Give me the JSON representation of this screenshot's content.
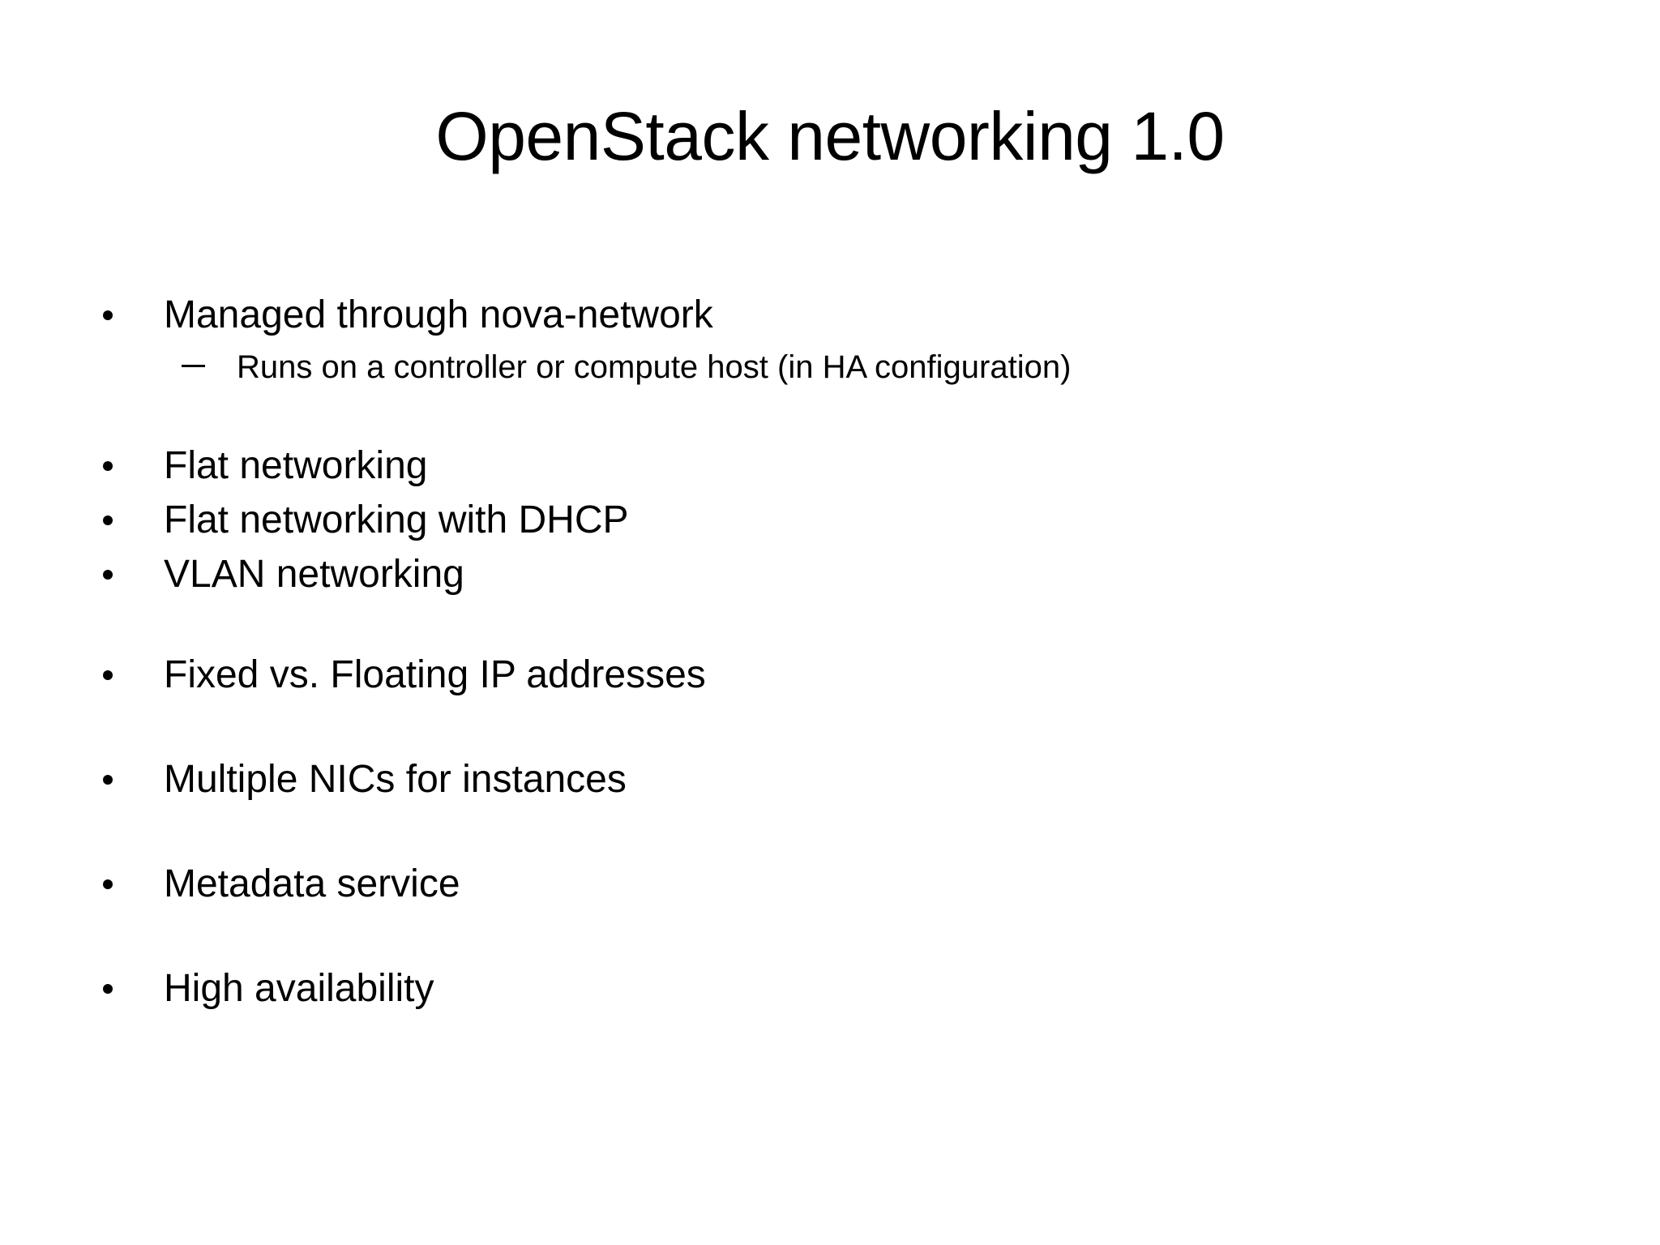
{
  "slide": {
    "title": "OpenStack networking 1.0",
    "background_color": "#ffffff",
    "text_color": "#000000",
    "bullet_marker_level1": "•",
    "bullet_marker_level2": "–",
    "body": [
      {
        "level": 1,
        "text": "Managed through nova-network"
      },
      {
        "level": 2,
        "text": "Runs on a controller or compute host (in HA configuration)"
      },
      {
        "level": 1,
        "text": "Flat networking"
      },
      {
        "level": 1,
        "text": "Flat networking with DHCP"
      },
      {
        "level": 1,
        "text": "VLAN networking"
      },
      {
        "level": 1,
        "text": "Fixed vs. Floating IP addresses"
      },
      {
        "level": 1,
        "text": "Multiple NICs for instances"
      },
      {
        "level": 1,
        "text": "Metadata service"
      },
      {
        "level": 1,
        "text": "High availability"
      }
    ]
  }
}
